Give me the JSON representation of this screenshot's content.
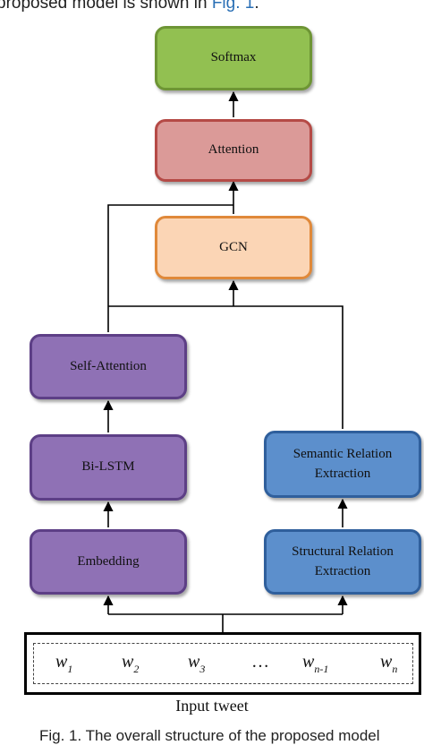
{
  "header": {
    "prefix": "proposed model is shown in ",
    "link": "Fig. 1",
    "suffix": "."
  },
  "nodes": {
    "softmax": "Softmax",
    "attention": "Attention",
    "gcn": "GCN",
    "self_attention": "Self-Attention",
    "bilstm": "Bi-LSTM",
    "embedding": "Embedding",
    "semantic_line1": "Semantic Relation",
    "semantic_line2": "Extraction",
    "structural_line1": "Structural Relation",
    "structural_line2": "Extraction"
  },
  "input": {
    "words": [
      {
        "base": "w",
        "sub": "1"
      },
      {
        "base": "w",
        "sub": "2"
      },
      {
        "base": "w",
        "sub": "3"
      },
      {
        "base": "…",
        "sub": ""
      },
      {
        "base": "w",
        "sub": "n-1"
      },
      {
        "base": "w",
        "sub": "n"
      }
    ],
    "label": "Input tweet"
  },
  "caption": "Fig. 1.  The overall structure of the proposed model",
  "colors": {
    "softmax": "#92c051",
    "attention": "#db9a98",
    "gcn": "#fbd5b5",
    "purple": "#8f71b5",
    "blue": "#5c8fcc"
  }
}
